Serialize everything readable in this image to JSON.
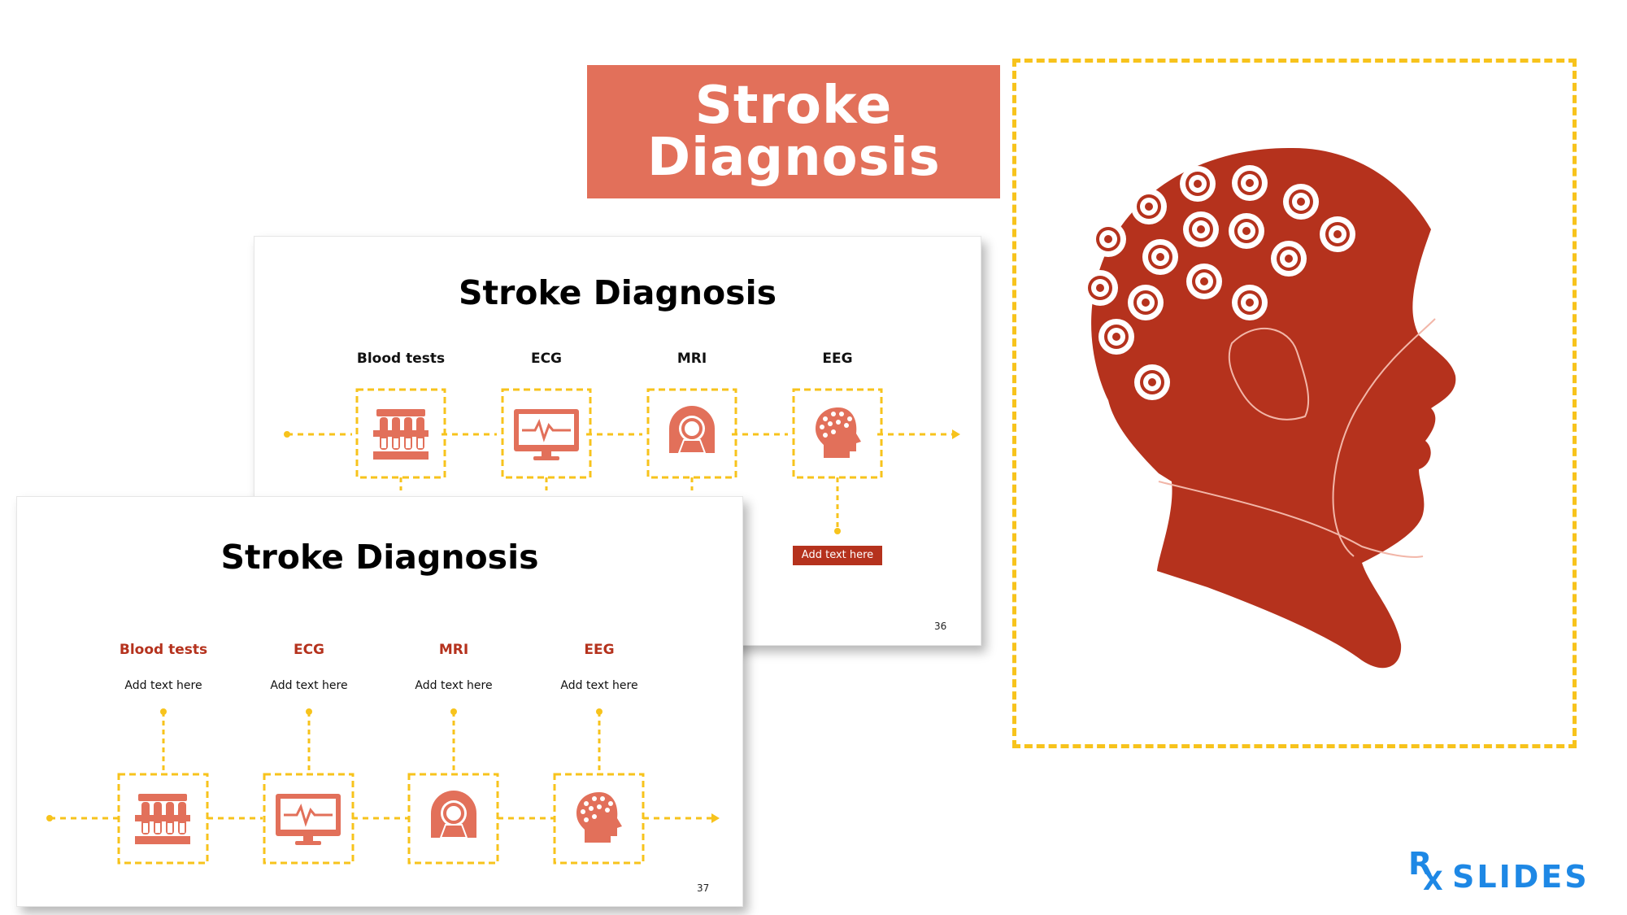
{
  "hero": {
    "title": "Stroke Diagnosis"
  },
  "slides": [
    {
      "title": "Stroke Diagnosis",
      "page_number": "36",
      "items": [
        {
          "label": "Blood tests",
          "icon": "test-tubes-icon"
        },
        {
          "label": "ECG",
          "icon": "ecg-monitor-icon"
        },
        {
          "label": "MRI",
          "icon": "mri-scanner-icon"
        },
        {
          "label": "EEG",
          "icon": "eeg-head-icon"
        }
      ],
      "tag_text": "Add text here"
    },
    {
      "title": "Stroke Diagnosis",
      "page_number": "37",
      "items": [
        {
          "label": "Blood tests",
          "subtext": "Add text here",
          "icon": "test-tubes-icon"
        },
        {
          "label": "ECG",
          "subtext": "Add text here",
          "icon": "ecg-monitor-icon"
        },
        {
          "label": "MRI",
          "subtext": "Add text here",
          "icon": "mri-scanner-icon"
        },
        {
          "label": "EEG",
          "subtext": "Add text here",
          "icon": "eeg-head-icon"
        }
      ]
    }
  ],
  "illustration": {
    "icon": "eeg-head-icon"
  },
  "logo": {
    "rx": "R",
    "rx_sub": "X",
    "word": "SLIDES"
  },
  "colors": {
    "accent": "#e2705a",
    "icon": "#e2705a",
    "dark_red": "#b5321d",
    "dash": "#f7c31c",
    "logo_blue": "#1e88e5"
  }
}
